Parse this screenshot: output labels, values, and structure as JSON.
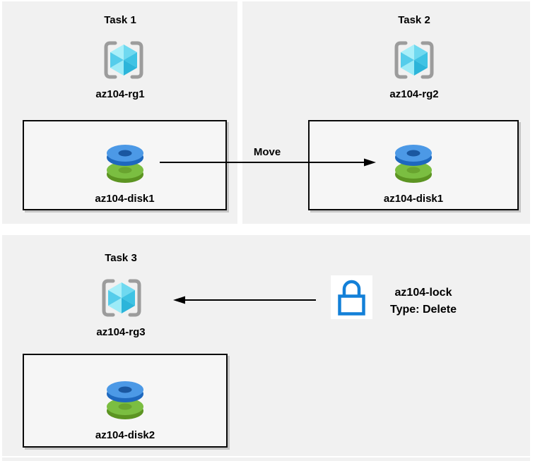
{
  "page": {
    "background": "#ffffff",
    "panel_color": "#f1f1f1"
  },
  "tasks": [
    {
      "title": "Task 1",
      "resource_group": "az104-rg1",
      "disk": "az104-disk1"
    },
    {
      "title": "Task 2",
      "resource_group": "az104-rg2",
      "disk": "az104-disk1"
    },
    {
      "title": "Task 3",
      "resource_group": "az104-rg3",
      "disk": "az104-disk2"
    }
  ],
  "move_arrow": {
    "label": "Move",
    "direction": "left-to-right"
  },
  "lock_arrow": {
    "direction": "right-to-left"
  },
  "lock": {
    "name": "az104-lock",
    "type": "Type: Delete"
  },
  "icons": {
    "resource_group": "azure-resource-group-icon",
    "disk": "azure-managed-disk-icon",
    "lock": "azure-lock-icon"
  },
  "colors": {
    "panel": "#f1f1f1",
    "box_fill": "#f6f6f6",
    "box_border": "#0a0a0a",
    "arrow": "#000000",
    "bracket_gray": "#9c9c9c",
    "cube_light": "#a9eff9",
    "cube_dark": "#2cb5da",
    "disk_blue_top": "#4c99e6",
    "disk_blue_side": "#1e68be",
    "disk_blue_hole": "#1a57a0",
    "disk_green_top": "#7bbe41",
    "disk_green_side": "#5c9422",
    "disk_green_hole": "#69a42f",
    "lock_blue": "#1380d8"
  }
}
